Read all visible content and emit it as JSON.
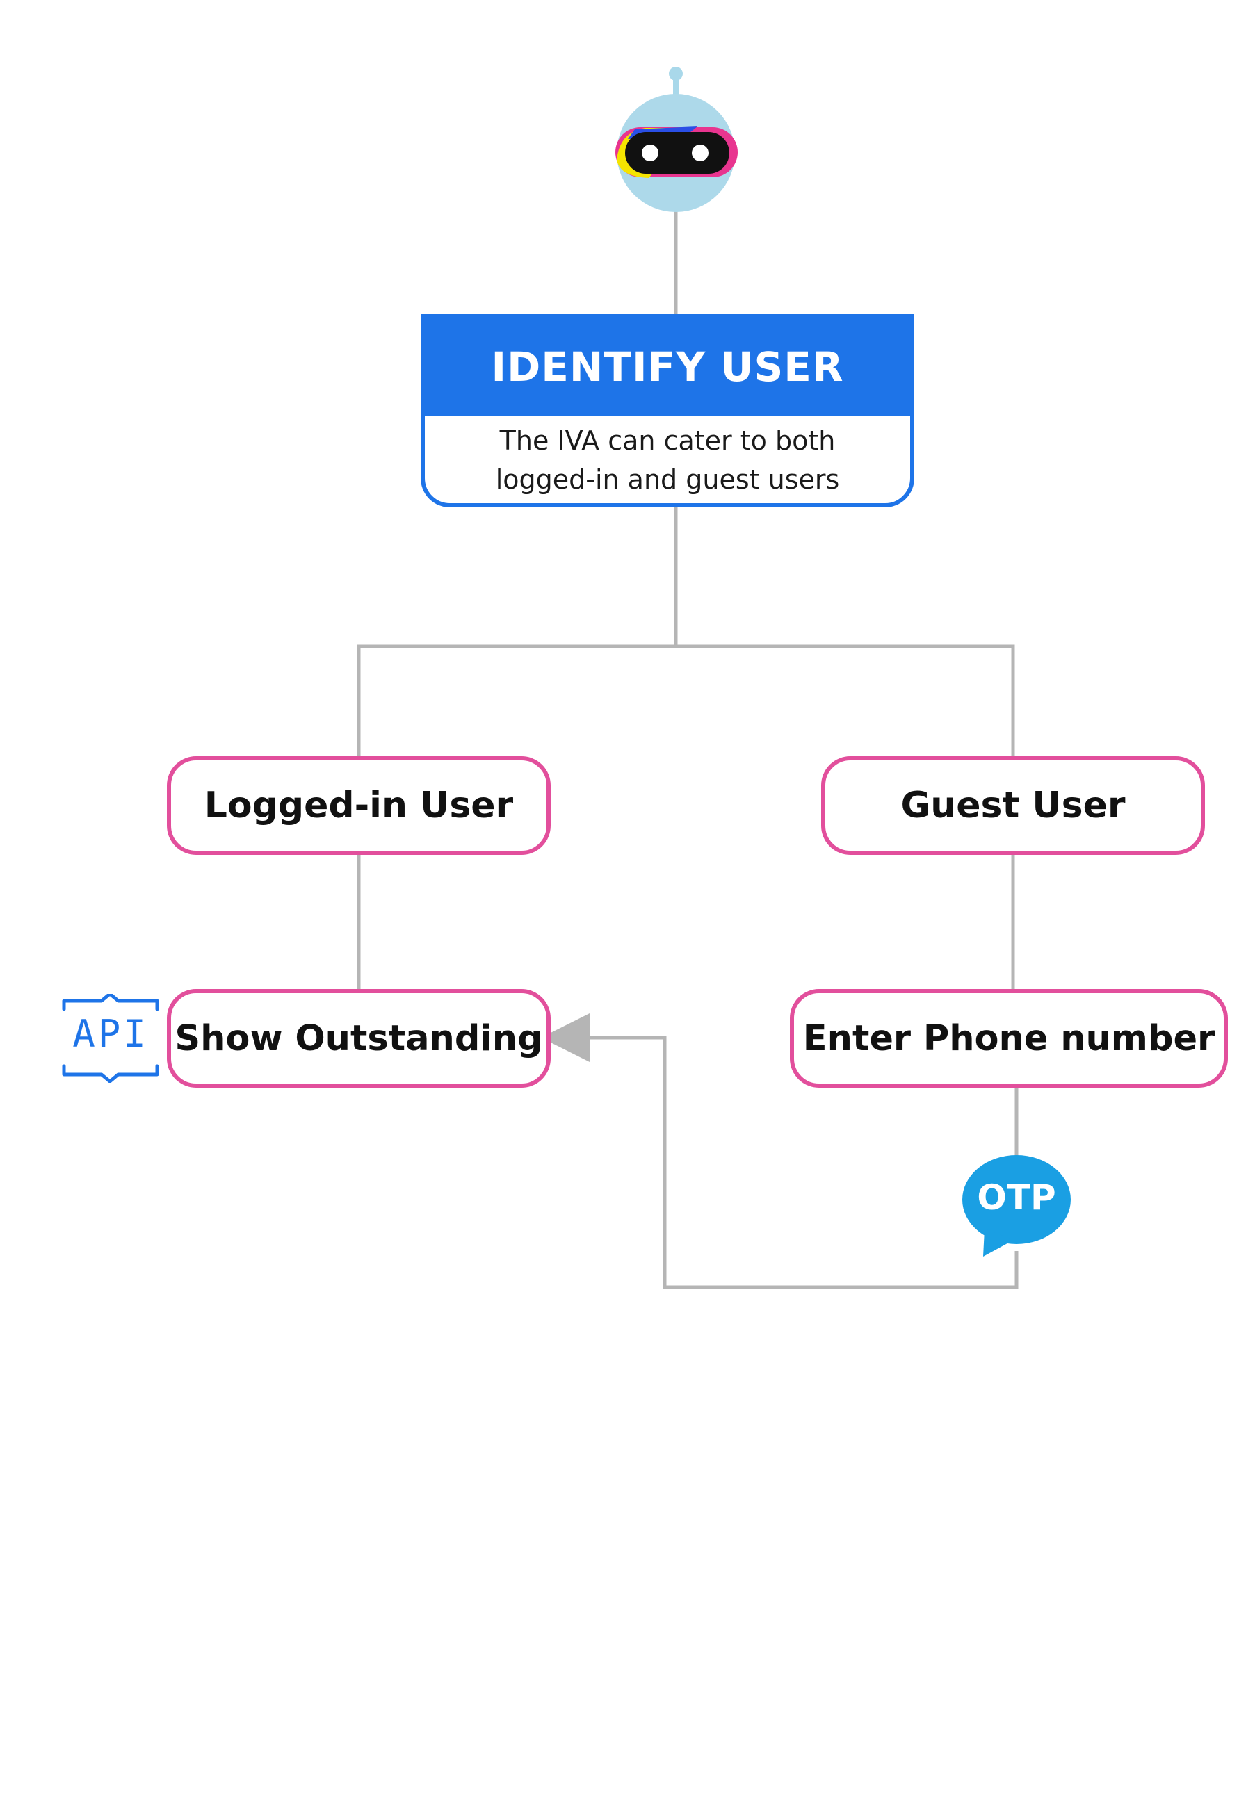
{
  "identify": {
    "title": "IDENTIFY USER",
    "description_line1": "The IVA can cater to both",
    "description_line2": "logged-in and guest users"
  },
  "nodes": {
    "logged_in": "Logged-in User",
    "guest": "Guest User",
    "show_outstanding": "Show Outstanding",
    "enter_phone": "Enter Phone number"
  },
  "badges": {
    "api": "API",
    "otp": "OTP"
  },
  "icons": {
    "robot": "robot-icon",
    "api": "api-icon",
    "otp": "otp-bubble-icon"
  },
  "colors": {
    "header_blue": "#1e74e8",
    "node_border_pink": "#e24f9c",
    "connector_gray": "#b5b5b5",
    "otp_blue": "#1a9fe3"
  }
}
